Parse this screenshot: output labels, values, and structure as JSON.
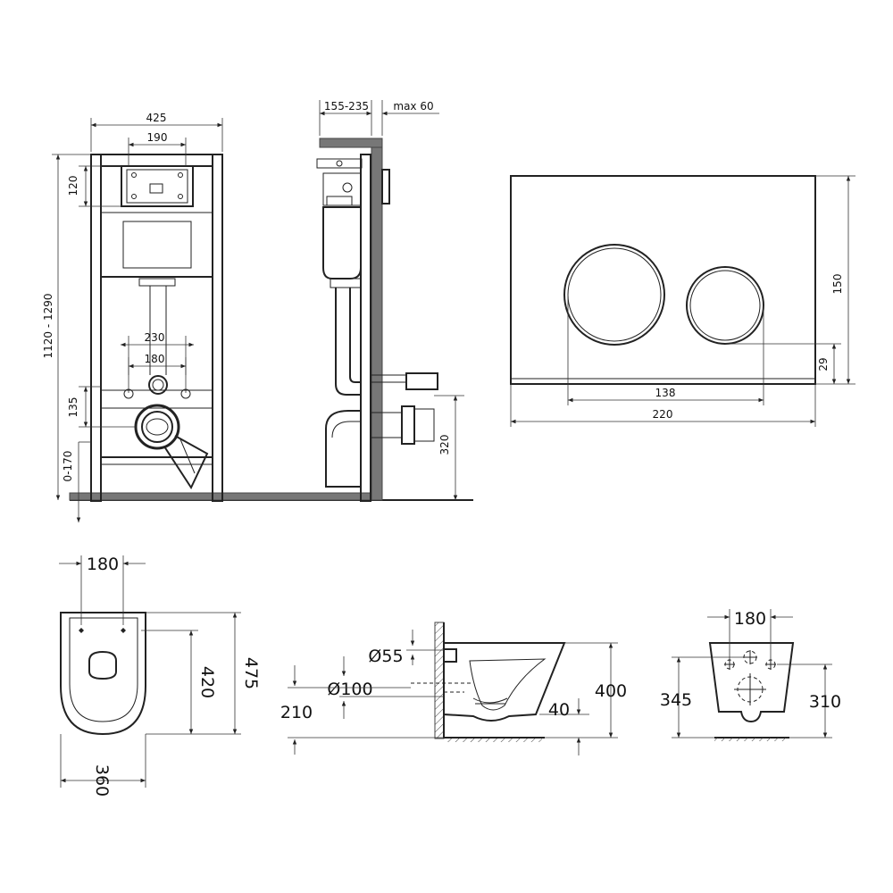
{
  "frame_front": {
    "width": "425",
    "plate_width": "190",
    "plate_height": "120",
    "height_range": "1120 - 1290",
    "stud_spacing": "230",
    "pipe_spacing": "180",
    "outlet_offset": "135",
    "foot_range": "0-170"
  },
  "frame_side": {
    "depth_range": "155-235",
    "max_wall": "max 60",
    "outlet_height": "320"
  },
  "flush_plate": {
    "height": "150",
    "button_offset": "29",
    "button_span": "138",
    "width": "220"
  },
  "bowl_top": {
    "hole_spacing": "180",
    "length_inner": "420",
    "length_total": "475",
    "width": "360"
  },
  "bowl_side": {
    "inlet_dia": "Ø55",
    "outlet_dia": "Ø100",
    "outlet_height": "210",
    "bottom_offset": "40",
    "height": "400"
  },
  "bowl_back": {
    "hole_spacing": "180",
    "height_left": "345",
    "height_right": "310"
  }
}
